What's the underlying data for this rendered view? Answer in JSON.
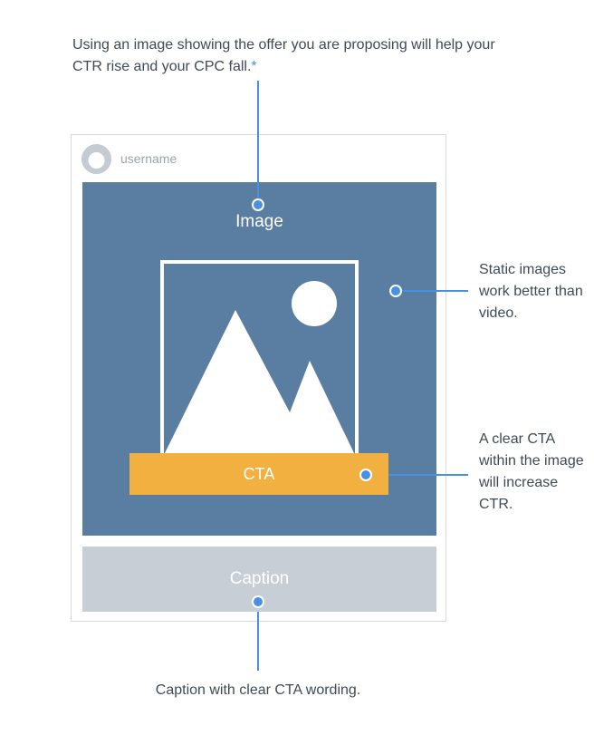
{
  "top_note": {
    "text": "Using an image showing the offer you are proposing will help your CTR rise and your CPC fall.",
    "asterisk": "*"
  },
  "card": {
    "username": "username",
    "image_label": "Image",
    "cta_label": "CTA",
    "caption_label": "Caption",
    "avatar_icon": "user-avatar-icon",
    "picture_icon": "mountain-picture-icon"
  },
  "side_notes": {
    "static": "Static images work better than video.",
    "cta": "A clear CTA within the image will increase CTR."
  },
  "bottom_note": "Caption with clear CTA wording.",
  "colors": {
    "image_bg": "#5a7da2",
    "cta_bg": "#f2b040",
    "caption_bg": "#c8ced6",
    "callout": "#4a90e2",
    "text": "#3f4a55"
  }
}
